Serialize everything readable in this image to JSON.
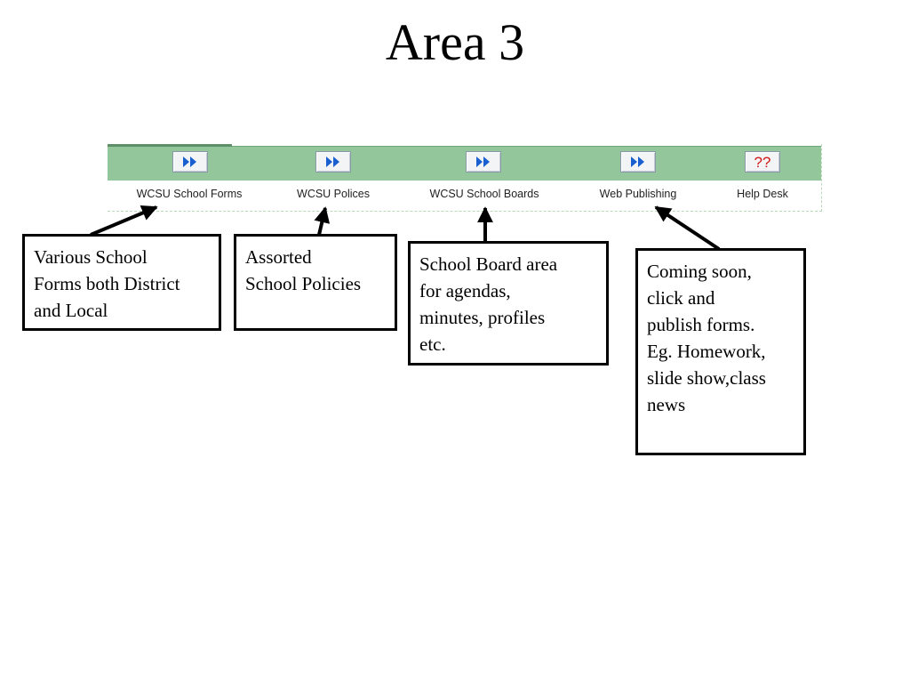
{
  "title": "Area 3",
  "toolbar": {
    "items": [
      {
        "label": "WCSU School Forms",
        "icon": "fast-forward-icon"
      },
      {
        "label": "WCSU Polices",
        "icon": "fast-forward-icon"
      },
      {
        "label": "WCSU School Boards",
        "icon": "fast-forward-icon"
      },
      {
        "label": "Web Publishing",
        "icon": "fast-forward-icon"
      },
      {
        "label": "Help Desk",
        "icon": "help-icon",
        "glyph": "??"
      }
    ],
    "colors": {
      "band": "#93c69b",
      "arrow_icon": "#1a5fd0",
      "help_glyph": "#d01818"
    }
  },
  "callouts": [
    {
      "lines": [
        "Various School",
        "Forms both District",
        "and Local"
      ]
    },
    {
      "lines": [
        "Assorted",
        "School Policies"
      ]
    },
    {
      "lines": [
        "School Board area",
        "for agendas,",
        "minutes, profiles",
        "etc."
      ]
    },
    {
      "lines": [
        "Coming soon,",
        "click and",
        "publish forms.",
        "Eg. Homework,",
        "slide show,class",
        "news"
      ]
    }
  ]
}
